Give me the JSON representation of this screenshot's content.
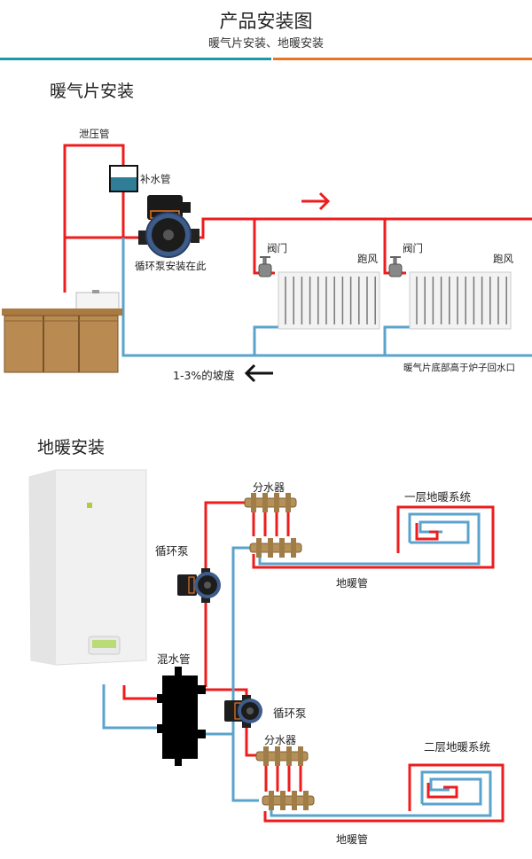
{
  "header": {
    "title": "产品安装图",
    "subtitle": "暖气片安装、地暖安装",
    "divider_colors": [
      "#1a9aa8",
      "#e87424"
    ]
  },
  "radiator_section": {
    "title": "暖气片安装",
    "labels": {
      "relief_pipe": "泄压管",
      "makeup_water": "补水管",
      "pump_here": "循环泵安装在此",
      "valve_1": "阀门",
      "vent_1": "跑风",
      "valve_2": "阀门",
      "vent_2": "跑风",
      "slope": "1-3%的坡度",
      "note": "暖气片底部高于炉子回水口"
    }
  },
  "floor_section": {
    "title": "地暖安装",
    "labels": {
      "pump_1": "循环泵",
      "manifold_1": "分水器",
      "system_1": "一层地暖系统",
      "floor_pipe_1": "地暖管",
      "mixing_pipe": "混水管",
      "pump_2": "循环泵",
      "manifold_2": "分水器",
      "system_2": "二层地暖系统",
      "floor_pipe_2": "地暖管"
    }
  },
  "colors": {
    "supply_pipe": "#ee1c1c",
    "return_pipe": "#5aa3cc",
    "water_tank": "#2f7d96",
    "brass": "#b5915a"
  }
}
